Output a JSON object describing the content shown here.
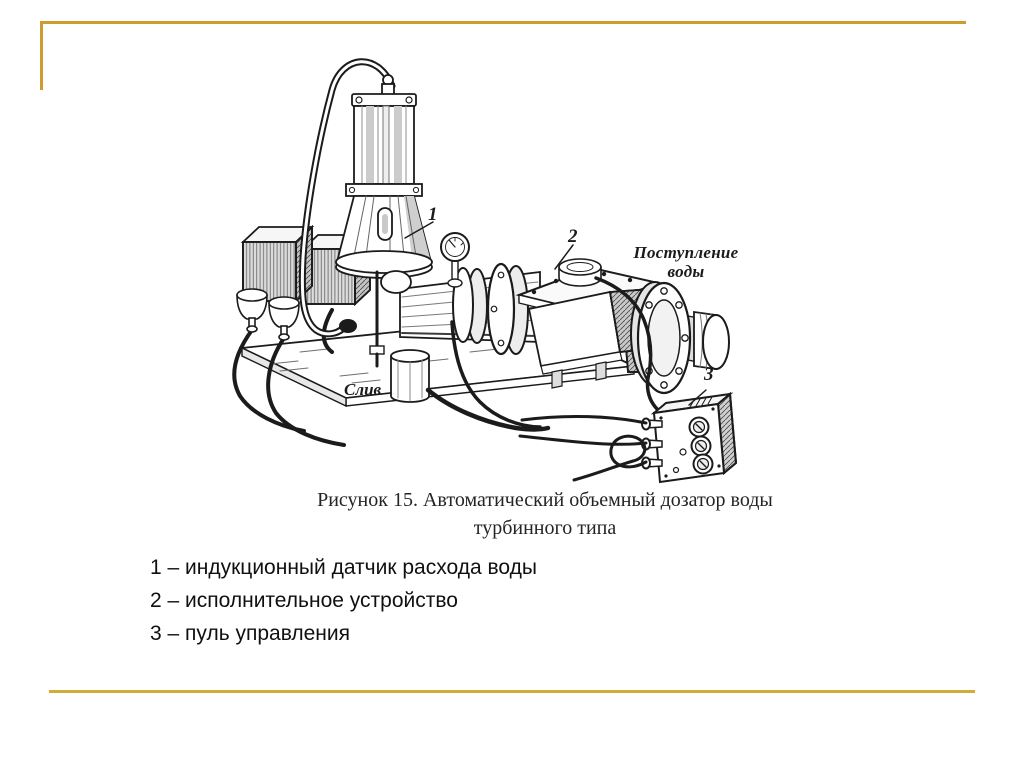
{
  "slide": {
    "accent_colors": {
      "frame": "#ce9b2e",
      "divider": "#d2ac35"
    }
  },
  "figure": {
    "caption": {
      "line1": "Рисунок 15. Автоматический объемный дозатор воды",
      "line2": "турбинного типа"
    },
    "labels": {
      "callout1": "1",
      "callout2": "2",
      "callout3": "3",
      "inlet_line1": "Поступление",
      "inlet_line2": "воды",
      "drain": "Слив"
    },
    "legend": {
      "items": [
        {
          "text": "1 – индукционный датчик расхода воды"
        },
        {
          "text": "2 – исполнительное устройство"
        },
        {
          "text": "3 – пуль управления"
        }
      ]
    }
  }
}
